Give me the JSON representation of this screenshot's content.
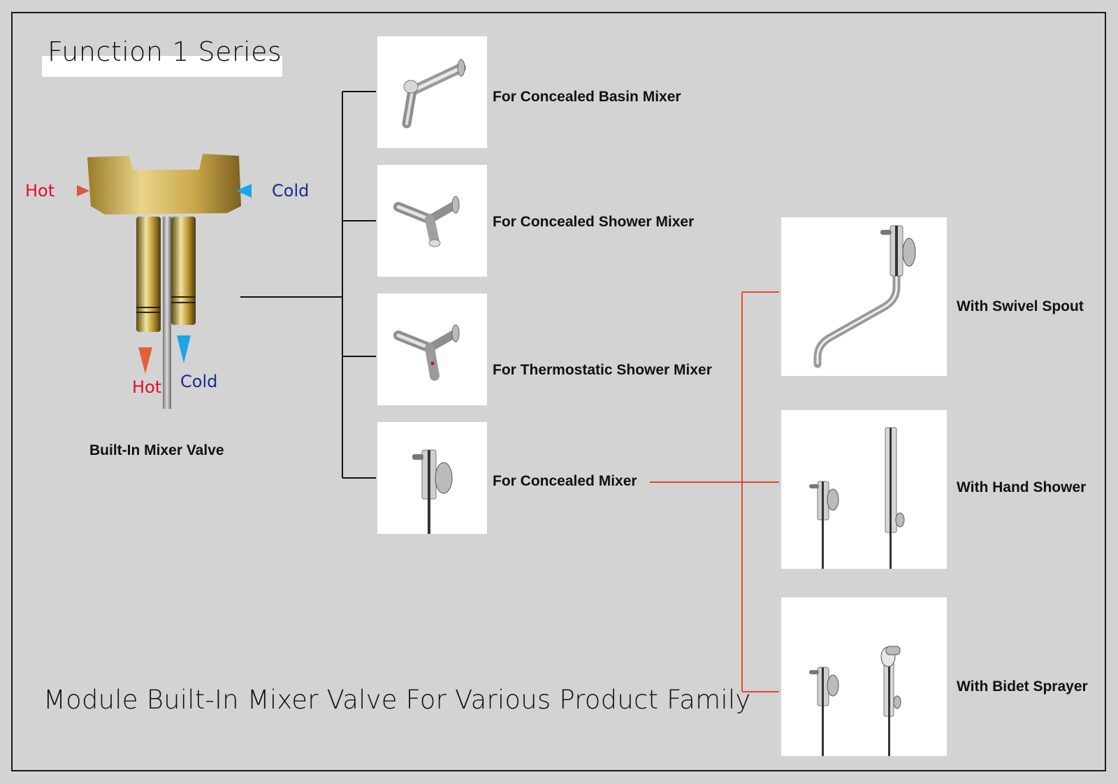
{
  "title": "Function 1 Series",
  "subtitle": "Module Built-In Mixer Valve For Various Product Family",
  "colors": {
    "background": "#d3d3d3",
    "frame": "#1a1a1a",
    "primary_connector": "#111111",
    "secondary_connector": "#e0492b",
    "hot_arrow": "#d9544a",
    "hot_text": "#e0102a",
    "cold_arrow": "#1aa7e5",
    "cold_text": "#1c2a8c"
  },
  "source": {
    "label": "Built-In Mixer Valve",
    "inlets": {
      "hot": "Hot",
      "cold": "Cold"
    },
    "outlets": {
      "hot": "Hot",
      "cold": "Cold"
    }
  },
  "primary_products": [
    {
      "label": "For Concealed Basin Mixer",
      "icon": "basin-mixer-icon"
    },
    {
      "label": "For Concealed Shower Mixer",
      "icon": "shower-mixer-icon"
    },
    {
      "label": "For Thermostatic Shower Mixer",
      "icon": "thermostatic-mixer-icon"
    },
    {
      "label": "For Concealed Mixer",
      "icon": "concealed-mixer-icon"
    }
  ],
  "secondary_products": [
    {
      "label": "With Swivel Spout",
      "icon": "swivel-spout-icon"
    },
    {
      "label": "With Hand Shower",
      "icon": "hand-shower-icon"
    },
    {
      "label": "With Bidet Sprayer",
      "icon": "bidet-sprayer-icon"
    }
  ]
}
